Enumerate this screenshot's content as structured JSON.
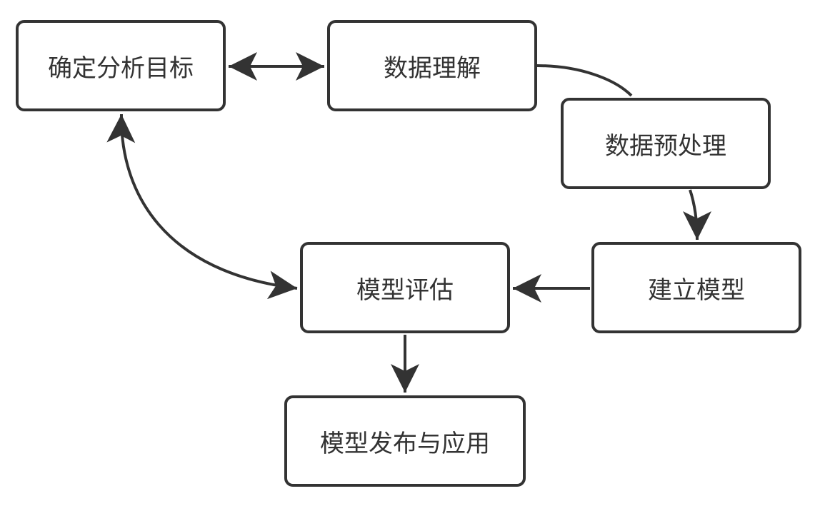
{
  "nodes": {
    "goal": "确定分析目标",
    "data_understanding": "数据理解",
    "preprocessing": "数据预处理",
    "modeling": "建立模型",
    "evaluation": "模型评估",
    "deployment": "模型发布与应用"
  },
  "colors": {
    "stroke": "#333333",
    "background": "#ffffff"
  }
}
